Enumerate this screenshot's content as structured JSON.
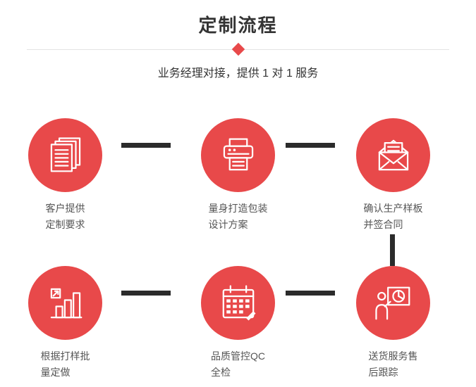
{
  "colors": {
    "accent": "#e8494a",
    "connector": "#2b2b2b",
    "divider": "#e3e3e3"
  },
  "header": {
    "title": "定制流程",
    "subtitle": "业务经理对接，提供 1 对 1 服务"
  },
  "steps": [
    {
      "icon": "documents-icon",
      "label_line1": "客户提供",
      "label_line2": "定制要求"
    },
    {
      "icon": "printer-icon",
      "label_line1": "量身打造包装",
      "label_line2": "设计方案"
    },
    {
      "icon": "envelope-icon",
      "label_line1": "确认生产样板",
      "label_line2": "并签合同"
    },
    {
      "icon": "bar-chart-icon",
      "label_line1": "根据打样批",
      "label_line2": "量定做"
    },
    {
      "icon": "calendar-icon",
      "label_line1": "品质管控QC",
      "label_line2": "全检"
    },
    {
      "icon": "presentation-icon",
      "label_line1": "送货服务售",
      "label_line2": "后跟踪"
    }
  ]
}
